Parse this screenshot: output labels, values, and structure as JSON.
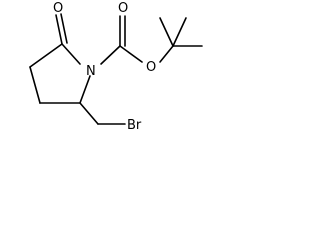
{
  "molecule": {
    "atoms": {
      "ring_oxygen": "O",
      "ring_nitrogen": "N",
      "ester_carbonyl_oxygen": "O",
      "ester_oxygen": "O",
      "bromine": "Br"
    }
  }
}
